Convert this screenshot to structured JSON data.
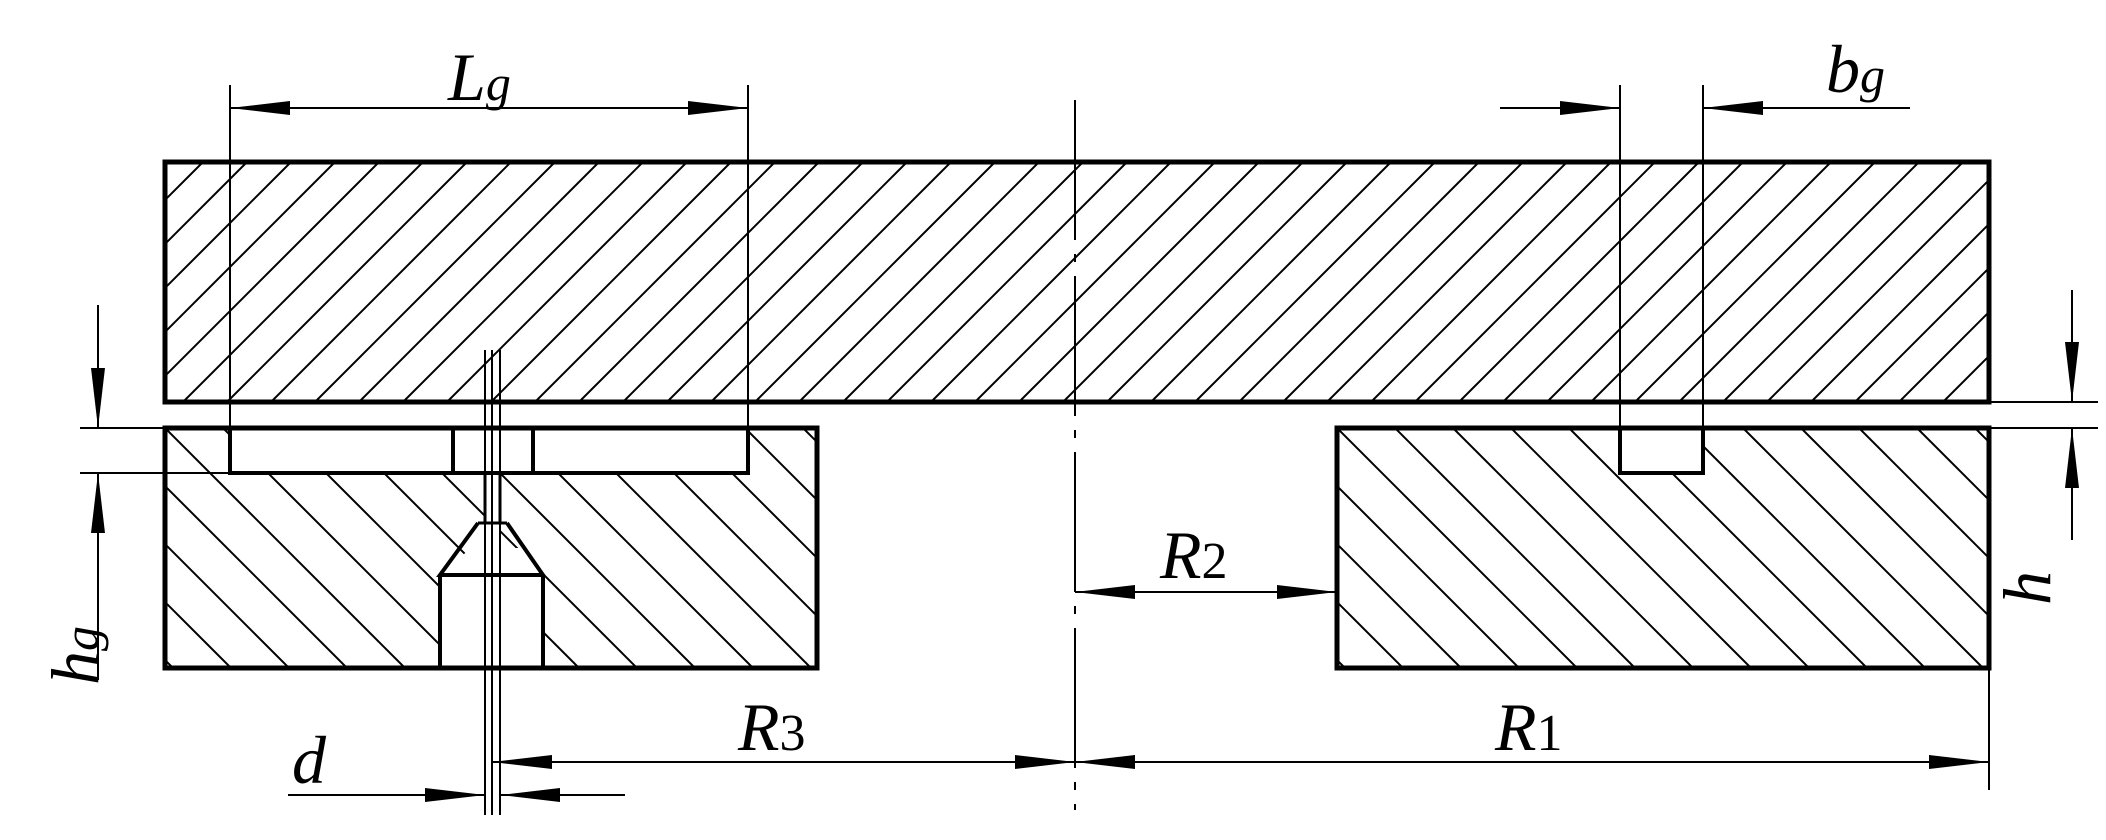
{
  "labels": {
    "Lg": {
      "main": "L",
      "sub": "g"
    },
    "bg": {
      "main": "b",
      "sub": "g"
    },
    "hg": {
      "main": "h",
      "sub": "g"
    },
    "h": {
      "main": "h"
    },
    "R1": {
      "main": "R",
      "sub": "1"
    },
    "R2": {
      "main": "R",
      "sub": "2"
    },
    "R3": {
      "main": "R",
      "sub": "3"
    },
    "d": {
      "main": "d"
    }
  },
  "colors": {
    "ink": "#000000",
    "background": "#ffffff"
  }
}
